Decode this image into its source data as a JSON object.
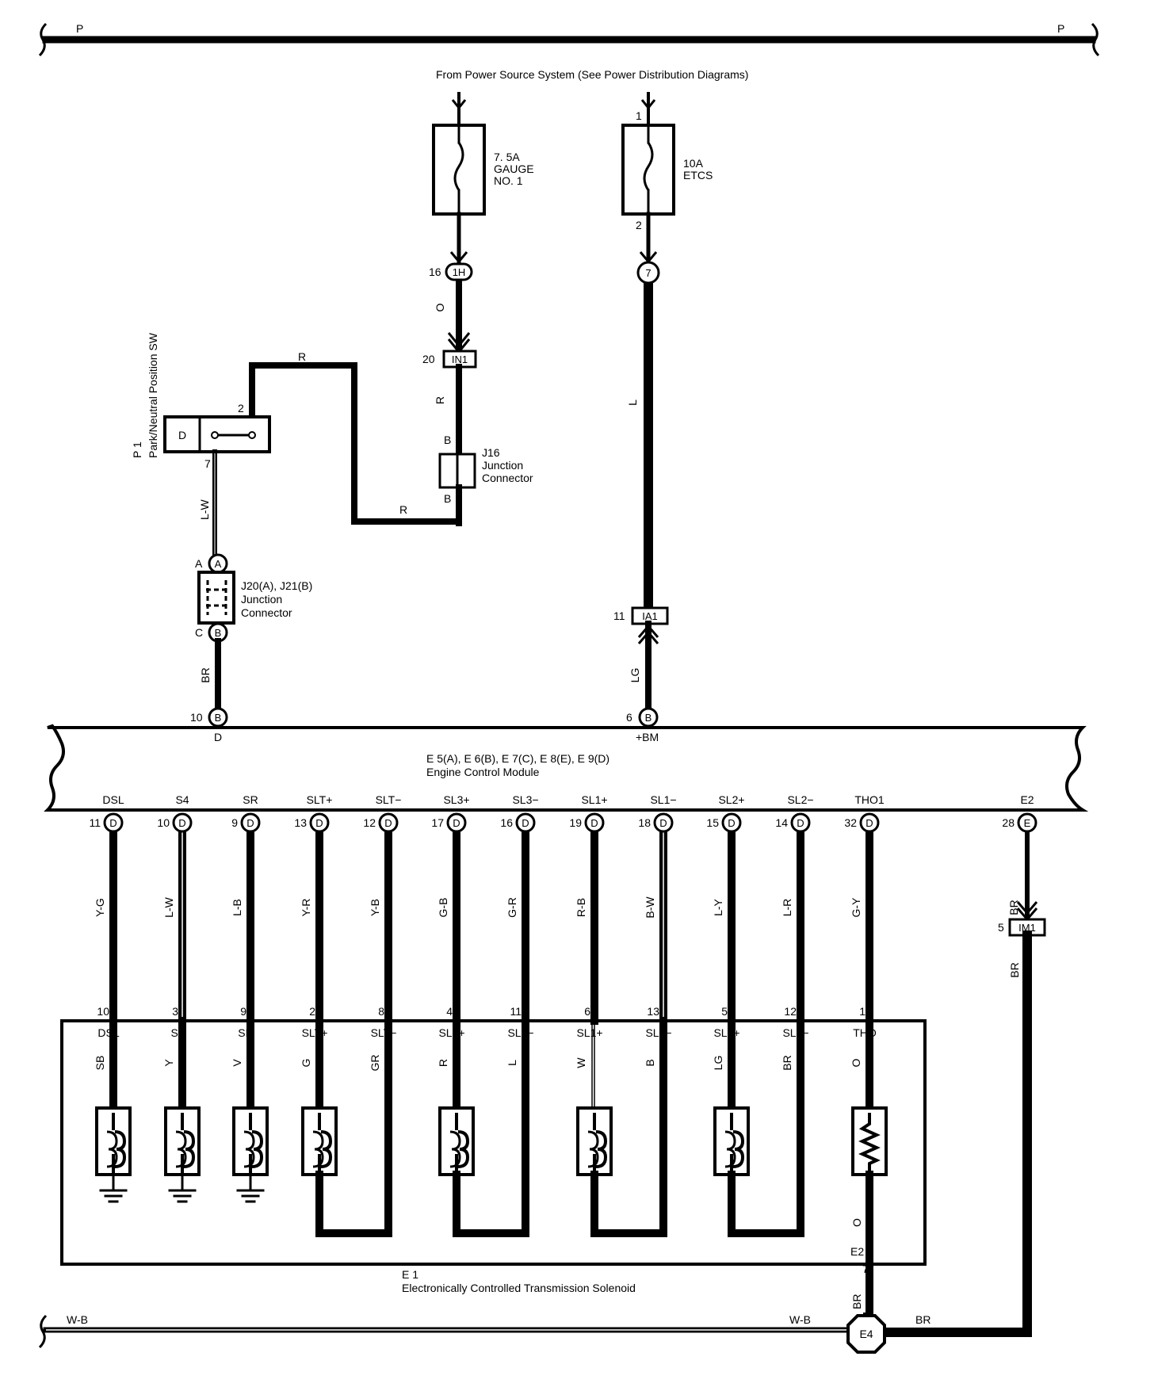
{
  "bus_top": {
    "left_label": "P",
    "right_label": "P"
  },
  "bus_bottom": {
    "left_label": "W-B",
    "mid_label": "W-B",
    "right_label": "BR"
  },
  "power_source_text": "From Power Source System (See Power Distribution Diagrams)",
  "fuse_gauge": {
    "lines": [
      "7. 5A",
      "GAUGE",
      "NO. 1"
    ]
  },
  "fuse_etcs": {
    "lines": [
      "10A",
      "ETCS"
    ],
    "pin_in": "1",
    "pin_out": "2"
  },
  "conn_1h": {
    "pin": "16",
    "label": "1H",
    "wire": "O"
  },
  "conn_7": {
    "label": "7",
    "wire": "L"
  },
  "conn_in1": {
    "pin": "20",
    "label": "IN1",
    "wire": "R"
  },
  "j16": {
    "code": "J16",
    "name_lines": [
      "Junction",
      "Connector"
    ],
    "pin_top": "B",
    "pin_bottom": "B",
    "wire_bottom": "R"
  },
  "p1": {
    "code": "P 1",
    "name": "Park/Neutral Position SW",
    "pin_d": "D",
    "pin_2": "2",
    "pin_7": "7",
    "wire_top": "R",
    "wire_down": "L-W"
  },
  "j20": {
    "code_lines": [
      "J20(A), J21(B)",
      "Junction",
      "Connector"
    ],
    "pin_a_outer": "A",
    "pin_a": "A",
    "pin_c_outer": "C",
    "pin_b": "B",
    "wire": "BR"
  },
  "conn_ia1": {
    "pin": "11",
    "label": "IA1",
    "wire": "LG"
  },
  "ecm": {
    "codes": "E 5(A), E 6(B), E 7(C), E 8(E), E 9(D)",
    "name": "Engine Control Module",
    "top_pins": [
      {
        "pin": "10",
        "conn": "B",
        "terminal": "D"
      },
      {
        "pin": "6",
        "conn": "B",
        "terminal": "+BM"
      }
    ],
    "bottom_terminals": [
      {
        "name": "DSL",
        "pin": "11",
        "conn": "D",
        "wire": "Y-G"
      },
      {
        "name": "S4",
        "pin": "10",
        "conn": "D",
        "wire": "L-W"
      },
      {
        "name": "SR",
        "pin": "9",
        "conn": "D",
        "wire": "L-B"
      },
      {
        "name": "SLT+",
        "pin": "13",
        "conn": "D",
        "wire": "Y-R"
      },
      {
        "name": "SLT−",
        "pin": "12",
        "conn": "D",
        "wire": "Y-B"
      },
      {
        "name": "SL3+",
        "pin": "17",
        "conn": "D",
        "wire": "G-B"
      },
      {
        "name": "SL3−",
        "pin": "16",
        "conn": "D",
        "wire": "G-R"
      },
      {
        "name": "SL1+",
        "pin": "19",
        "conn": "D",
        "wire": "R-B"
      },
      {
        "name": "SL1−",
        "pin": "18",
        "conn": "D",
        "wire": "B-W"
      },
      {
        "name": "SL2+",
        "pin": "15",
        "conn": "D",
        "wire": "L-Y"
      },
      {
        "name": "SL2−",
        "pin": "14",
        "conn": "D",
        "wire": "L-R"
      },
      {
        "name": "THO1",
        "pin": "32",
        "conn": "D",
        "wire": "G-Y"
      },
      {
        "name": "E2",
        "pin": "28",
        "conn": "E",
        "wire": "BR"
      }
    ]
  },
  "conn_im1": {
    "pin": "5",
    "label": "IM1",
    "wire_after": "BR"
  },
  "solenoid": {
    "code": "E 1",
    "name": "Electronically Controlled Transmission Solenoid",
    "terminals": [
      {
        "pin": "10",
        "name": "DSL",
        "wire": "SB"
      },
      {
        "pin": "3",
        "name": "S4",
        "wire": "Y"
      },
      {
        "pin": "9",
        "name": "SR",
        "wire": "V"
      },
      {
        "pin": "2",
        "name": "SLT+",
        "wire": "G"
      },
      {
        "pin": "8",
        "name": "SLT−",
        "wire": "GR"
      },
      {
        "pin": "4",
        "name": "SL3+",
        "wire": "R"
      },
      {
        "pin": "11",
        "name": "SL3−",
        "wire": "L"
      },
      {
        "pin": "6",
        "name": "SL1+",
        "wire": "W"
      },
      {
        "pin": "13",
        "name": "SL1−",
        "wire": "B"
      },
      {
        "pin": "5",
        "name": "SL2+",
        "wire": "LG"
      },
      {
        "pin": "12",
        "name": "SL2−",
        "wire": "BR"
      },
      {
        "pin": "1",
        "name": "THO",
        "wire": "O"
      }
    ],
    "e2": {
      "name": "E2",
      "pin": "7",
      "wire_in": "O",
      "wire_out": "BR"
    }
  },
  "ground_e4": {
    "label": "E4"
  }
}
